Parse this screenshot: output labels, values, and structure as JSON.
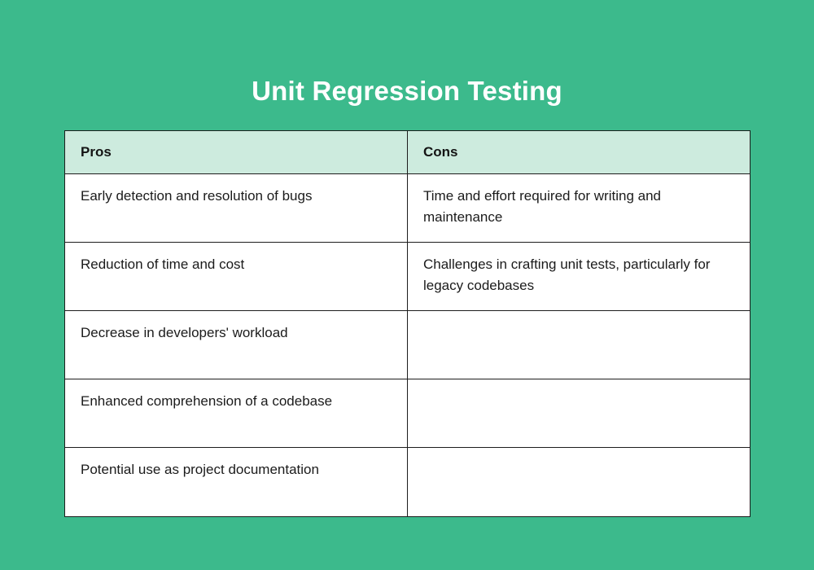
{
  "page": {
    "title": "Unit Regression Testing",
    "background_color": "#3cba8c",
    "title_color": "#ffffff"
  },
  "table": {
    "header_background": "#cdebde",
    "cell_background": "#ffffff",
    "border_color": "#1d1d1d",
    "columns": [
      {
        "key": "pros",
        "label": "Pros"
      },
      {
        "key": "cons",
        "label": "Cons"
      }
    ],
    "rows": [
      {
        "pros": "Early detection and resolution of bugs",
        "cons": "Time and effort required for writing and maintenance"
      },
      {
        "pros": "Reduction of time and cost",
        "cons": "Challenges in crafting unit tests, particularly for legacy codebases"
      },
      {
        "pros": "Decrease in developers' workload",
        "cons": ""
      },
      {
        "pros": "Enhanced comprehension of a codebase",
        "cons": ""
      },
      {
        "pros": "Potential use as project documentation",
        "cons": ""
      }
    ]
  }
}
